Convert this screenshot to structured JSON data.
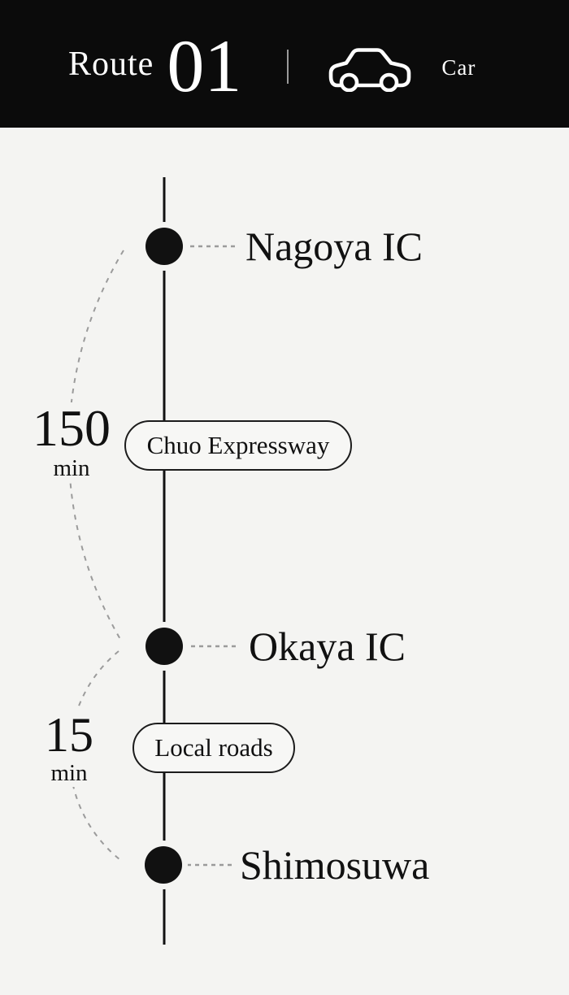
{
  "header": {
    "route_label": "Route",
    "route_number": "01",
    "mode_label": "Car",
    "mode_icon": "car-icon"
  },
  "timeline": {
    "stations": [
      {
        "name": "Nagoya IC"
      },
      {
        "name": "Okaya IC"
      },
      {
        "name": "Shimosuwa"
      }
    ],
    "segments": [
      {
        "road_label": "Chuo Expressway",
        "duration_value": "150",
        "duration_unit": "min"
      },
      {
        "road_label": "Local roads",
        "duration_value": "15",
        "duration_unit": "min"
      }
    ]
  },
  "colors": {
    "header_bg": "#0b0b0b",
    "header_text": "#ffffff",
    "page_bg": "#f4f4f2",
    "line": "#111111",
    "dash": "#9b9b9b",
    "pill_bg": "#f7f7f5",
    "pill_border": "#1c1c1c",
    "text": "#111111",
    "divider": "#9a9a9a"
  }
}
